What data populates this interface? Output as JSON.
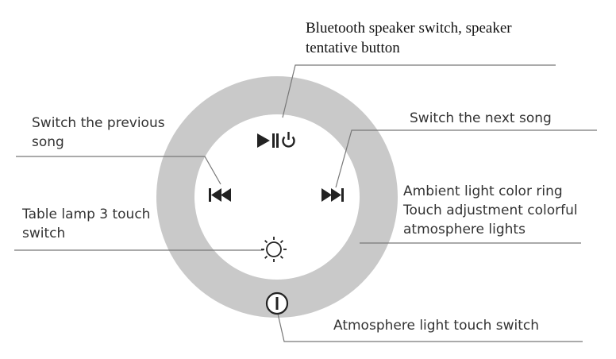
{
  "colors": {
    "ring": "#c9c9c9",
    "face": "#ffffff",
    "icon": "#222222",
    "line": "#777777",
    "text": "#333333"
  },
  "icons": {
    "play_pause_power": "play-pause-power-icon",
    "previous": "previous-track-icon",
    "next": "next-track-icon",
    "lamp": "sun-icon",
    "power": "power-icon"
  },
  "labels": {
    "bluetooth_line1": "Bluetooth speaker switch, speaker",
    "bluetooth_line2": "tentative button",
    "previous_line1": "Switch the previous",
    "previous_line2": "song",
    "next": "Switch the next song",
    "ambient_line1": "Ambient light color ring",
    "ambient_line2": "Touch adjustment colorful",
    "ambient_line3": "atmosphere lights",
    "lamp_line1": "Table lamp 3 touch",
    "lamp_line2": "switch",
    "atmosphere_switch": "Atmosphere light touch switch"
  }
}
